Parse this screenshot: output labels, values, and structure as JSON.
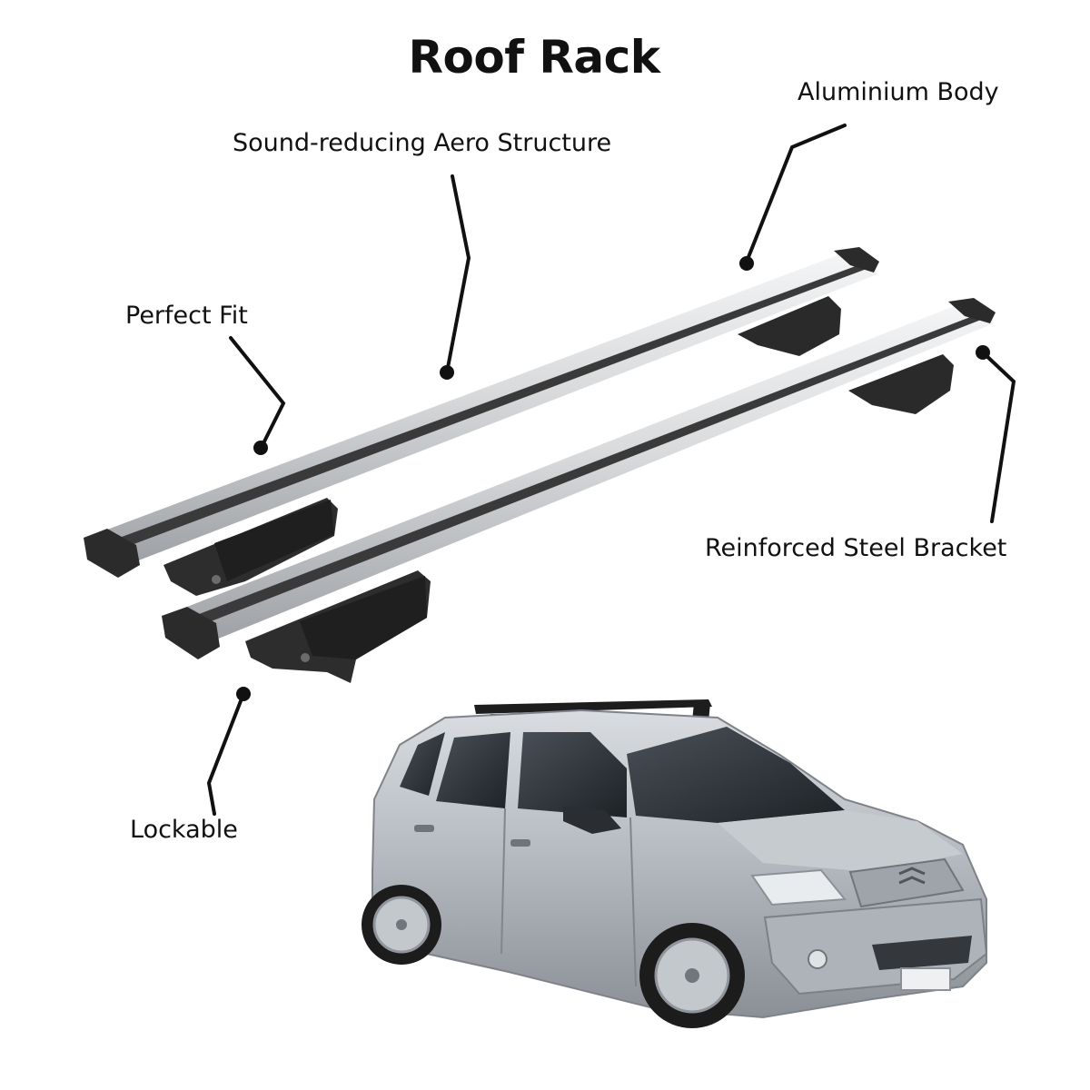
{
  "title": "Roof Rack",
  "callouts": {
    "sound_reducing": "Sound-reducing Aero Structure",
    "aluminium_body": "Aluminium Body",
    "perfect_fit": "Perfect Fit",
    "reinforced_bracket": "Reinforced Steel Bracket",
    "lockable": "Lockable"
  },
  "colors": {
    "text": "#111111",
    "bar_silver": "#d4d6d8",
    "bar_groove": "#3a3a3a",
    "foot_black": "#2a2a2a",
    "car_silver": "#b9bec4",
    "background": "#ffffff"
  }
}
